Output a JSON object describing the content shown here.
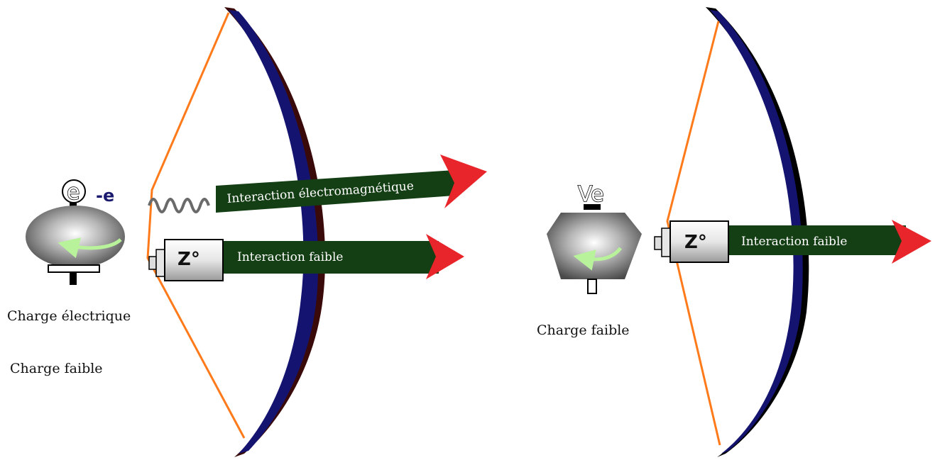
{
  "colors": {
    "bow_limb": "#141470",
    "bow_limb_shadow": "#3a0a0a",
    "bow_string": "#ff7a1a",
    "arrow_shaft": "#143e14",
    "arrow_tip": "#e8252a",
    "boson_body": "#eeeeee",
    "particle_body": "#8a8a8a",
    "spin_arrow": "#b8f29a"
  },
  "left_scene": {
    "particle_symbol": "e",
    "charge_symbol": "-e",
    "em_arrow_label": "Interaction électromagnétique",
    "boson_label": "Z°",
    "weak_arrow_label": "Interaction faible",
    "caption_1": "Charge électrique",
    "caption_2": "Charge faible"
  },
  "right_scene": {
    "particle_symbol": "Ve",
    "boson_label": "Z°",
    "weak_arrow_label": "Interaction faible",
    "caption": "Charge faible"
  }
}
